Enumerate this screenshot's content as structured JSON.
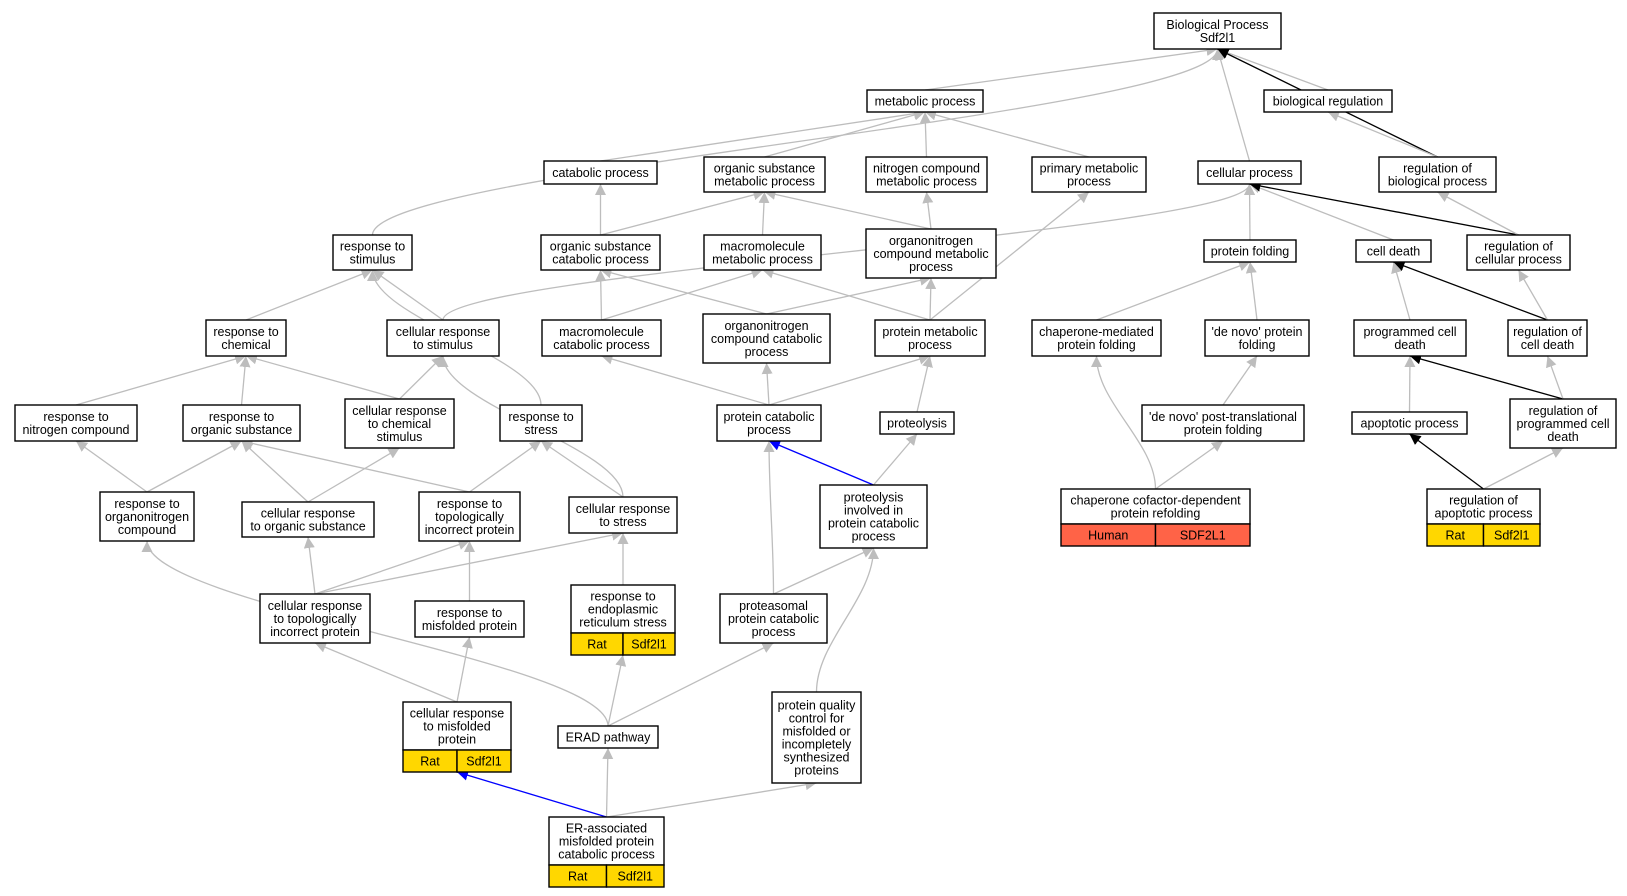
{
  "colors": {
    "edge_is_a": "#BDBDBD",
    "edge_regulates": "#000000",
    "edge_part_of": "#0000FF",
    "annotation_rat": "#FFD700",
    "annotation_human": "#FF6347"
  },
  "nodes": [
    {
      "id": "bp",
      "lines": [
        "Biological Process",
        "Sdf2l1"
      ]
    },
    {
      "id": "metabolic",
      "lines": [
        "metabolic process"
      ]
    },
    {
      "id": "bioreg",
      "lines": [
        "biological regulation"
      ]
    },
    {
      "id": "catabolic",
      "lines": [
        "catabolic process"
      ]
    },
    {
      "id": "orgsubmet",
      "lines": [
        "organic substance",
        "metabolic process"
      ]
    },
    {
      "id": "nitrocomp",
      "lines": [
        "nitrogen compound",
        "metabolic process"
      ]
    },
    {
      "id": "primarymet",
      "lines": [
        "primary metabolic",
        "process"
      ]
    },
    {
      "id": "cellular",
      "lines": [
        "cellular process"
      ]
    },
    {
      "id": "regbio",
      "lines": [
        "regulation of",
        "biological process"
      ]
    },
    {
      "id": "respstim",
      "lines": [
        "response to",
        "stimulus"
      ]
    },
    {
      "id": "orgsubcat",
      "lines": [
        "organic substance",
        "catabolic process"
      ]
    },
    {
      "id": "macromet",
      "lines": [
        "macromolecule",
        "metabolic process"
      ]
    },
    {
      "id": "organonitromet",
      "lines": [
        "organonitrogen",
        "compound metabolic",
        "process"
      ]
    },
    {
      "id": "protfold",
      "lines": [
        "protein folding"
      ]
    },
    {
      "id": "celldeath",
      "lines": [
        "cell death"
      ]
    },
    {
      "id": "regcell",
      "lines": [
        "regulation of",
        "cellular process"
      ]
    },
    {
      "id": "respchem",
      "lines": [
        "response to",
        "chemical"
      ]
    },
    {
      "id": "cellrespstim",
      "lines": [
        "cellular response",
        "to stimulus"
      ]
    },
    {
      "id": "macrocat",
      "lines": [
        "macromolecule",
        "catabolic process"
      ]
    },
    {
      "id": "organonitrocat",
      "lines": [
        "organonitrogen",
        "compound catabolic",
        "process"
      ]
    },
    {
      "id": "protmet",
      "lines": [
        "protein metabolic",
        "process"
      ]
    },
    {
      "id": "chapfold",
      "lines": [
        "chaperone-mediated",
        "protein folding"
      ]
    },
    {
      "id": "denovo",
      "lines": [
        "'de novo' protein",
        "folding"
      ]
    },
    {
      "id": "progdeath",
      "lines": [
        "programmed cell",
        "death"
      ]
    },
    {
      "id": "regdeath",
      "lines": [
        "regulation of",
        "cell death"
      ]
    },
    {
      "id": "respnitro",
      "lines": [
        "response to",
        "nitrogen compound"
      ]
    },
    {
      "id": "resporgsub",
      "lines": [
        "response to",
        "organic substance"
      ]
    },
    {
      "id": "cellrespchem",
      "lines": [
        "cellular response",
        "to chemical",
        "stimulus"
      ]
    },
    {
      "id": "respstress",
      "lines": [
        "response to",
        "stress"
      ]
    },
    {
      "id": "protcat",
      "lines": [
        "protein catabolic",
        "process"
      ]
    },
    {
      "id": "proteolysis",
      "lines": [
        "proteolysis"
      ]
    },
    {
      "id": "denovopost",
      "lines": [
        "'de novo' post-translational",
        "protein folding"
      ]
    },
    {
      "id": "apoptotic",
      "lines": [
        "apoptotic process"
      ]
    },
    {
      "id": "regprog",
      "lines": [
        "regulation of",
        "programmed cell",
        "death"
      ]
    },
    {
      "id": "resporganonitro",
      "lines": [
        "response to",
        "organonitrogen",
        "compound"
      ]
    },
    {
      "id": "cellresporgsub",
      "lines": [
        "cellular response",
        "to organic substance"
      ]
    },
    {
      "id": "resptopo",
      "lines": [
        "response to",
        "topologically",
        "incorrect protein"
      ]
    },
    {
      "id": "cellrespstress",
      "lines": [
        "cellular response",
        "to stress"
      ]
    },
    {
      "id": "proteolysiscat",
      "lines": [
        "proteolysis",
        "involved in",
        "protein catabolic",
        "process"
      ]
    },
    {
      "id": "chapcofactor",
      "lines": [
        "chaperone cofactor-dependent",
        "protein refolding"
      ],
      "tags": [
        "Human",
        "SDF2L1"
      ]
    },
    {
      "id": "regapop",
      "lines": [
        "regulation of",
        "apoptotic process"
      ],
      "tags": [
        "Rat",
        "Sdf2l1"
      ]
    },
    {
      "id": "cellresptopo",
      "lines": [
        "cellular response",
        "to topologically",
        "incorrect protein"
      ]
    },
    {
      "id": "respmisfold",
      "lines": [
        "response to",
        "misfolded protein"
      ]
    },
    {
      "id": "resper",
      "lines": [
        "response to",
        "endoplasmic",
        "reticulum stress"
      ],
      "tags": [
        "Rat",
        "Sdf2l1"
      ]
    },
    {
      "id": "proteasomal",
      "lines": [
        "proteasomal",
        "protein catabolic",
        "process"
      ]
    },
    {
      "id": "protqc",
      "lines": [
        "protein quality",
        "control for",
        "misfolded or",
        "incompletely",
        "synthesized",
        "proteins"
      ]
    },
    {
      "id": "cellrespmisfold",
      "lines": [
        "cellular response",
        "to misfolded",
        "protein"
      ],
      "tags": [
        "Rat",
        "Sdf2l1"
      ]
    },
    {
      "id": "erad",
      "lines": [
        "ERAD pathway"
      ]
    },
    {
      "id": "ermisfold",
      "lines": [
        "ER-associated",
        "misfolded protein",
        "catabolic process"
      ],
      "tags": [
        "Rat",
        "Sdf2l1"
      ]
    }
  ],
  "edges": [
    {
      "from": "metabolic",
      "to": "bp",
      "type": "is_a"
    },
    {
      "from": "bioreg",
      "to": "bp",
      "type": "is_a"
    },
    {
      "from": "cellular",
      "to": "bp",
      "type": "is_a"
    },
    {
      "from": "respstim",
      "to": "bp",
      "type": "is_a"
    },
    {
      "from": "regbio",
      "to": "bp",
      "type": "regulates"
    },
    {
      "from": "regbio",
      "to": "bioreg",
      "type": "is_a"
    },
    {
      "from": "catabolic",
      "to": "metabolic",
      "type": "is_a"
    },
    {
      "from": "orgsubmet",
      "to": "metabolic",
      "type": "is_a"
    },
    {
      "from": "nitrocomp",
      "to": "metabolic",
      "type": "is_a"
    },
    {
      "from": "primarymet",
      "to": "metabolic",
      "type": "is_a"
    },
    {
      "from": "orgsubcat",
      "to": "catabolic",
      "type": "is_a"
    },
    {
      "from": "orgsubcat",
      "to": "orgsubmet",
      "type": "is_a"
    },
    {
      "from": "macromet",
      "to": "orgsubmet",
      "type": "is_a"
    },
    {
      "from": "organonitromet",
      "to": "orgsubmet",
      "type": "is_a"
    },
    {
      "from": "organonitromet",
      "to": "nitrocomp",
      "type": "is_a"
    },
    {
      "from": "protmet",
      "to": "primarymet",
      "type": "is_a"
    },
    {
      "from": "cellrespstim",
      "to": "cellular",
      "type": "is_a"
    },
    {
      "from": "protfold",
      "to": "cellular",
      "type": "is_a"
    },
    {
      "from": "celldeath",
      "to": "cellular",
      "type": "is_a"
    },
    {
      "from": "regcell",
      "to": "cellular",
      "type": "regulates"
    },
    {
      "from": "regcell",
      "to": "regbio",
      "type": "is_a"
    },
    {
      "from": "respchem",
      "to": "respstim",
      "type": "is_a"
    },
    {
      "from": "cellrespstim",
      "to": "respstim",
      "type": "is_a"
    },
    {
      "from": "respstress",
      "to": "respstim",
      "type": "is_a"
    },
    {
      "from": "macrocat",
      "to": "orgsubcat",
      "type": "is_a"
    },
    {
      "from": "macrocat",
      "to": "macromet",
      "type": "is_a"
    },
    {
      "from": "organonitrocat",
      "to": "orgsubcat",
      "type": "is_a"
    },
    {
      "from": "organonitrocat",
      "to": "organonitromet",
      "type": "is_a"
    },
    {
      "from": "protmet",
      "to": "macromet",
      "type": "is_a"
    },
    {
      "from": "protmet",
      "to": "organonitromet",
      "type": "is_a"
    },
    {
      "from": "chapfold",
      "to": "protfold",
      "type": "is_a"
    },
    {
      "from": "denovo",
      "to": "protfold",
      "type": "is_a"
    },
    {
      "from": "progdeath",
      "to": "celldeath",
      "type": "is_a"
    },
    {
      "from": "regdeath",
      "to": "celldeath",
      "type": "regulates"
    },
    {
      "from": "regdeath",
      "to": "regcell",
      "type": "is_a"
    },
    {
      "from": "respnitro",
      "to": "respchem",
      "type": "is_a"
    },
    {
      "from": "resporgsub",
      "to": "respchem",
      "type": "is_a"
    },
    {
      "from": "cellrespchem",
      "to": "respchem",
      "type": "is_a"
    },
    {
      "from": "cellrespchem",
      "to": "cellrespstim",
      "type": "is_a"
    },
    {
      "from": "cellrespstress",
      "to": "cellrespstim",
      "type": "is_a"
    },
    {
      "from": "protcat",
      "to": "macrocat",
      "type": "is_a"
    },
    {
      "from": "protcat",
      "to": "organonitrocat",
      "type": "is_a"
    },
    {
      "from": "protcat",
      "to": "protmet",
      "type": "is_a"
    },
    {
      "from": "proteolysis",
      "to": "protmet",
      "type": "is_a"
    },
    {
      "from": "chapcofactor",
      "to": "chapfold",
      "type": "is_a"
    },
    {
      "from": "chapcofactor",
      "to": "denovopost",
      "type": "is_a"
    },
    {
      "from": "denovopost",
      "to": "denovo",
      "type": "is_a"
    },
    {
      "from": "apoptotic",
      "to": "progdeath",
      "type": "is_a"
    },
    {
      "from": "regprog",
      "to": "progdeath",
      "type": "regulates"
    },
    {
      "from": "regprog",
      "to": "regdeath",
      "type": "is_a"
    },
    {
      "from": "resporganonitro",
      "to": "respnitro",
      "type": "is_a"
    },
    {
      "from": "resporganonitro",
      "to": "resporgsub",
      "type": "is_a"
    },
    {
      "from": "cellresporgsub",
      "to": "resporgsub",
      "type": "is_a"
    },
    {
      "from": "cellresporgsub",
      "to": "cellrespchem",
      "type": "is_a"
    },
    {
      "from": "resptopo",
      "to": "resporgsub",
      "type": "is_a"
    },
    {
      "from": "resptopo",
      "to": "respstress",
      "type": "is_a"
    },
    {
      "from": "cellrespstress",
      "to": "respstress",
      "type": "is_a"
    },
    {
      "from": "proteolysiscat",
      "to": "protcat",
      "type": "part_of"
    },
    {
      "from": "proteolysiscat",
      "to": "proteolysis",
      "type": "is_a"
    },
    {
      "from": "regapop",
      "to": "apoptotic",
      "type": "regulates"
    },
    {
      "from": "regapop",
      "to": "regprog",
      "type": "is_a"
    },
    {
      "from": "cellresptopo",
      "to": "cellresporgsub",
      "type": "is_a"
    },
    {
      "from": "cellresptopo",
      "to": "resptopo",
      "type": "is_a"
    },
    {
      "from": "cellresptopo",
      "to": "cellrespstress",
      "type": "is_a"
    },
    {
      "from": "respmisfold",
      "to": "resptopo",
      "type": "is_a"
    },
    {
      "from": "resper",
      "to": "cellrespstress",
      "type": "is_a"
    },
    {
      "from": "proteasomal",
      "to": "protcat",
      "type": "is_a"
    },
    {
      "from": "proteasomal",
      "to": "proteolysiscat",
      "type": "is_a"
    },
    {
      "from": "cellrespmisfold",
      "to": "cellresptopo",
      "type": "is_a"
    },
    {
      "from": "cellrespmisfold",
      "to": "respmisfold",
      "type": "is_a"
    },
    {
      "from": "erad",
      "to": "resporganonitro",
      "type": "is_a"
    },
    {
      "from": "erad",
      "to": "resper",
      "type": "is_a"
    },
    {
      "from": "erad",
      "to": "proteasomal",
      "type": "is_a"
    },
    {
      "from": "ermisfold",
      "to": "erad",
      "type": "is_a"
    },
    {
      "from": "ermisfold",
      "to": "cellrespmisfold",
      "type": "part_of"
    },
    {
      "from": "ermisfold",
      "to": "protqc",
      "type": "is_a"
    },
    {
      "from": "protqc",
      "to": "proteolysiscat",
      "type": "is_a"
    }
  ]
}
